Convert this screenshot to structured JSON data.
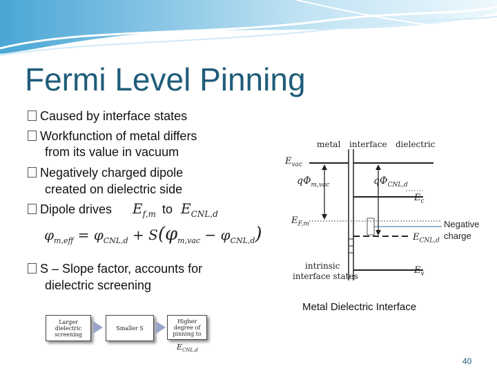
{
  "slide": {
    "title": "Fermi Level Pinning",
    "bullets": [
      "Caused by interface states",
      "Workfunction of metal differs",
      "from its value in vacuum",
      "Negatively charged dipole",
      "created on dielectric side",
      "Dipole drives",
      "to",
      "S – Slope factor, accounts for",
      "dielectric screening"
    ],
    "page_number": "40"
  },
  "equation": {
    "efm": "E",
    "efm_sub": "f,m",
    "ecnl": "E",
    "ecnl_sub": "CNL,d",
    "formula_lhs": "φ",
    "formula_lhs_sub": "m,eff",
    "formula_eq": "= φ",
    "formula_rhs1_sub": "CNL,d",
    "formula_plus": "+ S",
    "formula_open": "(φ",
    "formula_rhs2_sub": "m,vac",
    "formula_minus": "− φ",
    "formula_rhs3_sub": "CNL,d",
    "formula_close": ")"
  },
  "diagram": {
    "labels": {
      "metal": "metal",
      "interface": "interface",
      "dielectric": "dielectric",
      "evac": "E",
      "evac_sub": "vac",
      "qphi_m": "qΦ",
      "qphi_m_sub": "m,vac",
      "qphi_cnl": "qΦ",
      "qphi_cnl_sub": "CNL,d",
      "ec": "E",
      "ec_sub": "c",
      "efm": "E",
      "efm_sub": "F,m",
      "ecnl": "E",
      "ecnl_sub": "CNL,d",
      "intrinsic": "intrinsic",
      "interface_states": "interface states",
      "ev": "E",
      "ev_sub": "v"
    },
    "callout": "Negative\ncharge",
    "caption": "Metal Dielectric Interface"
  },
  "flow": {
    "box1": "Larger dielectric screening",
    "box2": "Smaller S",
    "box3": "Higher degree of pinning to",
    "box3_sym": "E",
    "box3_sub": "CNL,d"
  },
  "colors": {
    "title": "#1f5c7a",
    "header_wave": "#7ec3e6",
    "arrow": "#9aa4c8"
  }
}
